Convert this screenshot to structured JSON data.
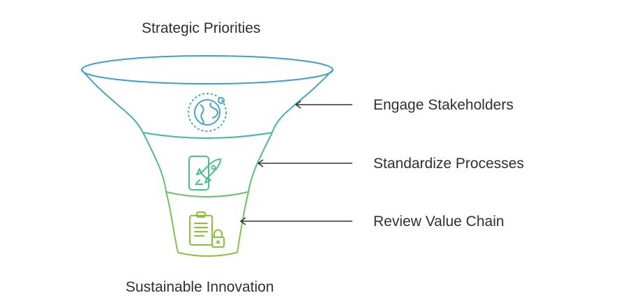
{
  "diagram": {
    "top_label": "Strategic Priorities",
    "bottom_label": "Sustainable Innovation",
    "stages": [
      {
        "label": "Engage Stakeholders",
        "icon": "globe-icon",
        "color": "#4aa3c8"
      },
      {
        "label": "Standardize Processes",
        "icon": "phone-rocket-icon",
        "color": "#4cbf8a"
      },
      {
        "label": "Review Value Chain",
        "icon": "clipboard-lock-icon",
        "color": "#8cbf3f"
      }
    ]
  }
}
